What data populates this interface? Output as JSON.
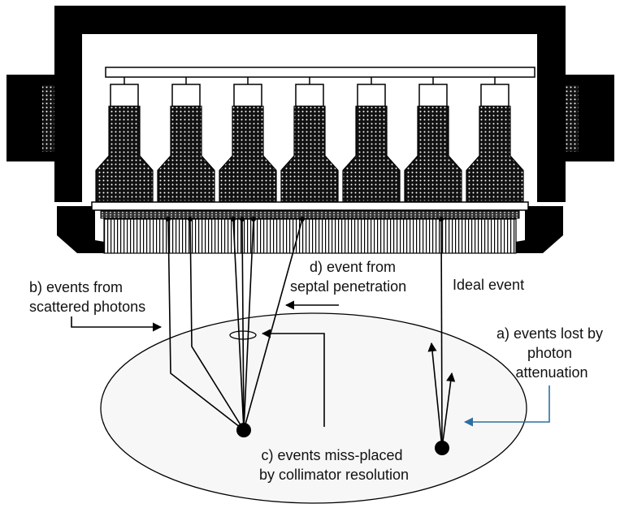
{
  "labels": {
    "scatter": [
      "b) events from",
      "scattered photons"
    ],
    "septal": [
      "d) event from",
      "septal penetration"
    ],
    "ideal": "Ideal event",
    "attenuation": [
      "a) events lost by",
      "photon",
      "attenuation"
    ],
    "misplaced": [
      "c) events miss-placed",
      "by collimator resolution"
    ]
  },
  "colors": {
    "detector_housing": "#000000",
    "pmt_fill": "#1a1a1a",
    "patient": "#f7f7f7",
    "attenuation_arrow": "#2f6f9f"
  },
  "pmt_count": 7
}
